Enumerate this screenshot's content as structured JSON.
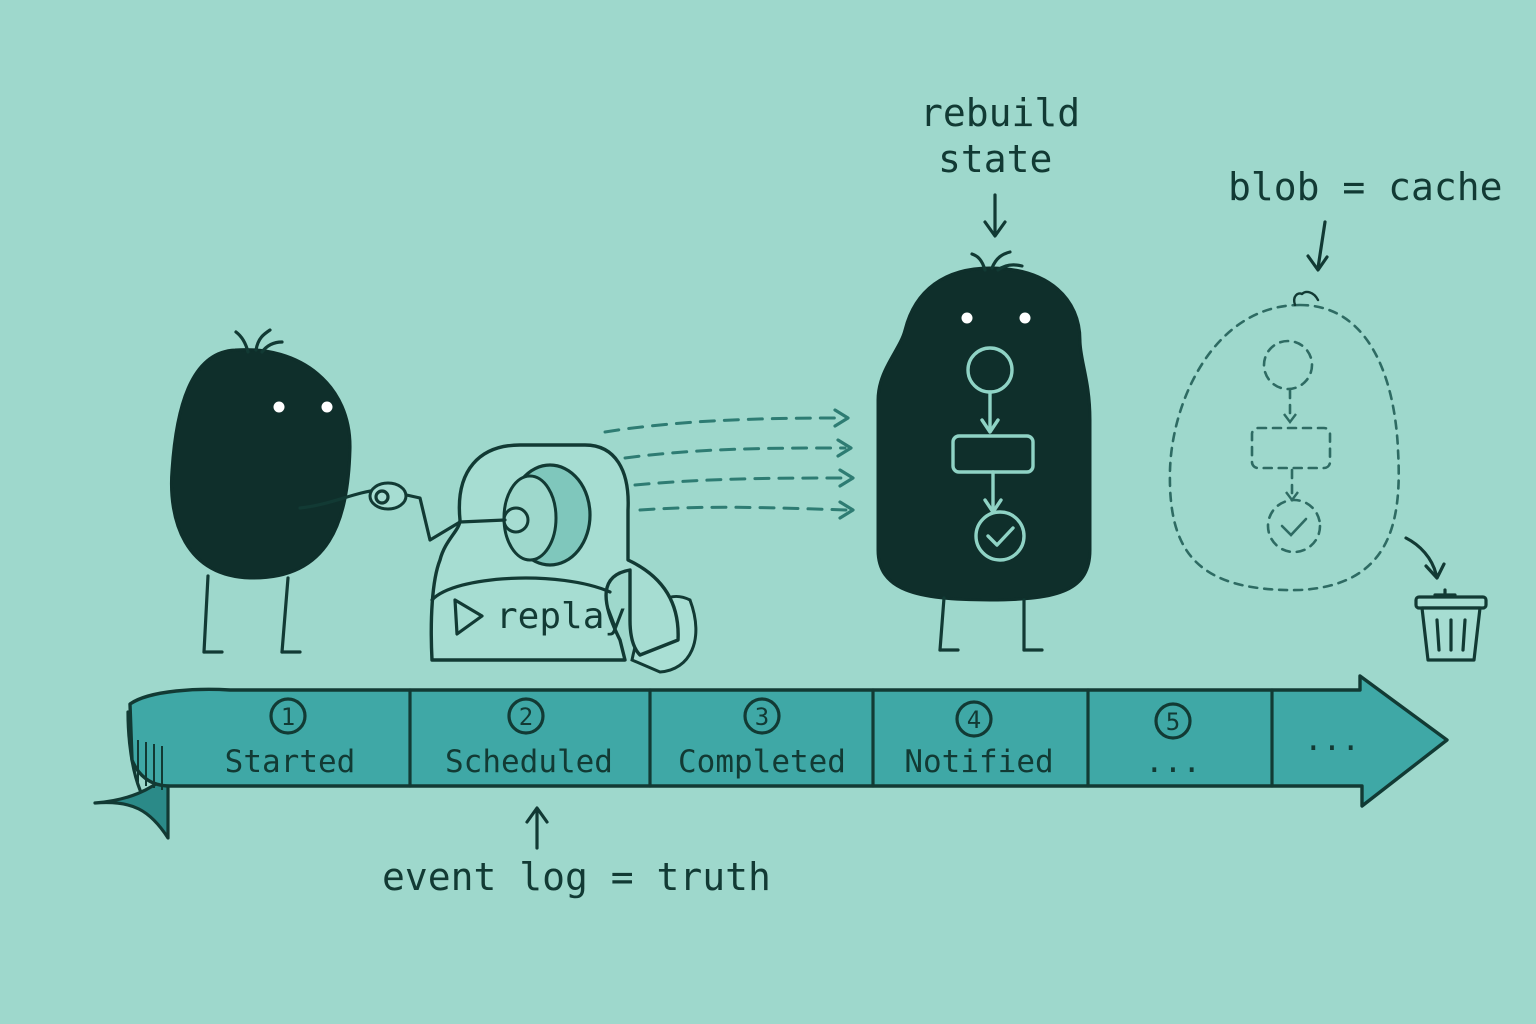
{
  "annotations": {
    "rebuild_line1": "rebuild",
    "rebuild_line2": "state",
    "blob_cache": "blob = cache",
    "event_log": "event log = truth",
    "replay": "replay"
  },
  "timeline": {
    "segments": [
      {
        "number": "1",
        "label": "Started"
      },
      {
        "number": "2",
        "label": "Scheduled"
      },
      {
        "number": "3",
        "label": "Completed"
      },
      {
        "number": "4",
        "label": "Notified"
      },
      {
        "number": "5",
        "label": "..."
      },
      {
        "number": "",
        "label": "..."
      }
    ]
  },
  "colors": {
    "background": "#9ed8cc",
    "ink": "#123a34",
    "ribbon": "#3fa8a6",
    "ribbon_dark": "#2b8a88",
    "accent": "#8fd3c5"
  },
  "icons": [
    "play-icon",
    "trash-icon",
    "check-icon",
    "arrow-icon"
  ]
}
